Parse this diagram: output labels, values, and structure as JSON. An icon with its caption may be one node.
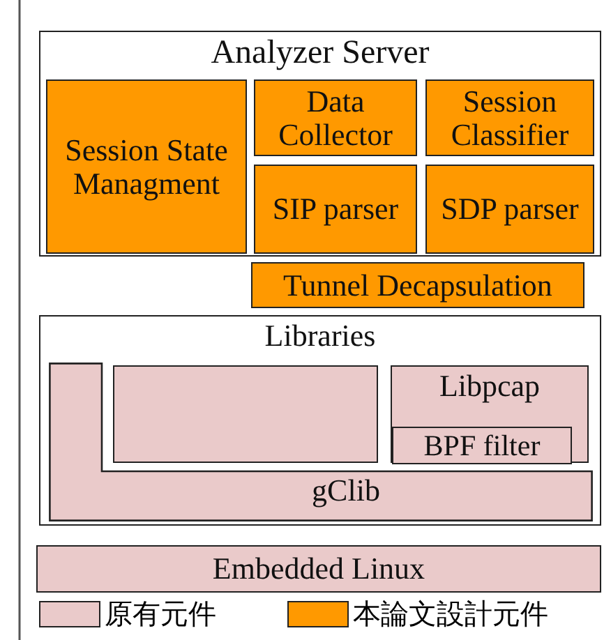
{
  "diagram": {
    "nodes": [
      {
        "text": [
          "Analyzer Server"
        ]
      },
      {
        "text": [
          "Session State Managment"
        ],
        "in": 0
      },
      {
        "text": [
          "Data Collector"
        ],
        "in": 0
      },
      {
        "text": [
          "Session Classifier"
        ],
        "in": 0
      },
      {
        "text": [
          "SIP parser"
        ],
        "in": 0
      },
      {
        "text": [
          "SDP parser"
        ],
        "in": 0
      },
      {
        "text": [
          "Tunnel Decapsulation"
        ]
      },
      {
        "text": [
          "Libraries"
        ]
      },
      {
        "text": [],
        "shape": "box",
        "in": 7
      },
      {
        "text": [
          "Libpcap"
        ],
        "in": 7
      },
      {
        "text": [
          "BPF filter"
        ],
        "in": 9
      },
      {
        "text": [
          "gClib"
        ],
        "in": 7
      },
      {
        "text": [
          "Embedded Linux"
        ]
      }
    ],
    "legend": [
      {
        "text": "原有元件",
        "color": "#eacaca"
      },
      {
        "text": "本論文設計元件",
        "color": "#ff9900"
      }
    ]
  }
}
